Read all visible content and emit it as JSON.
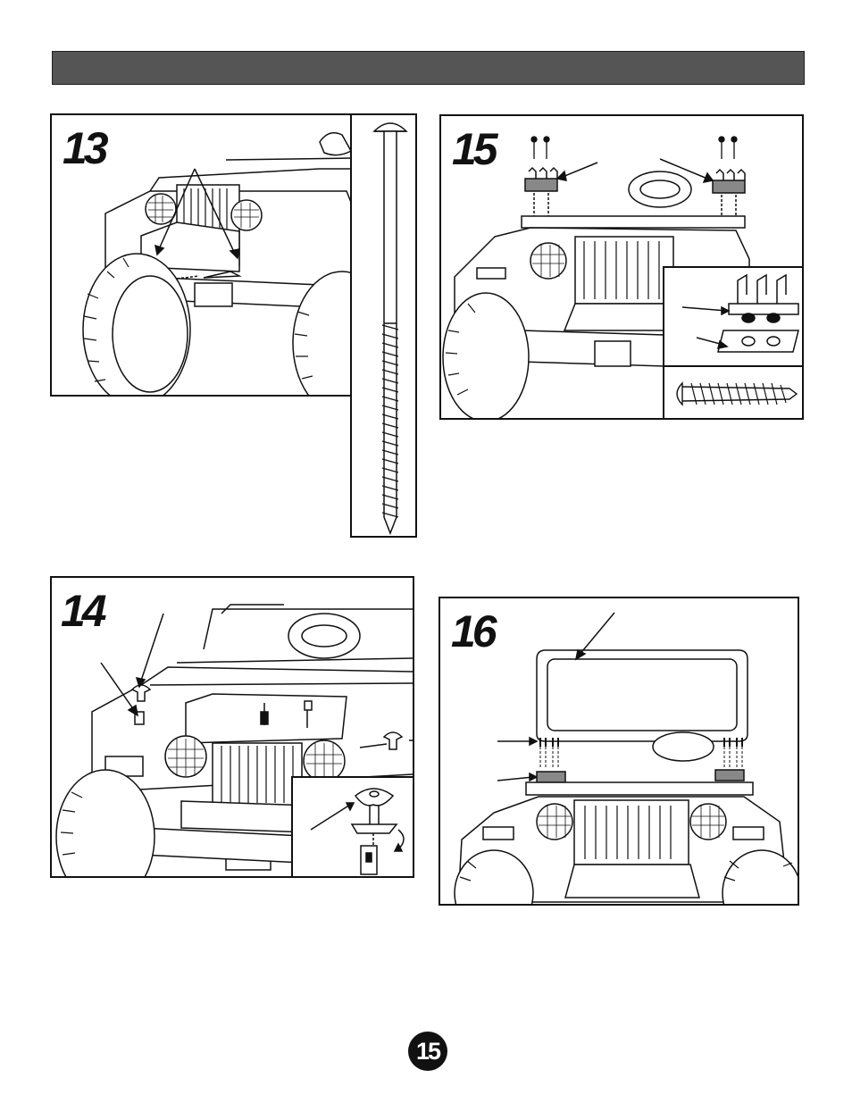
{
  "steps": [
    {
      "number": "13"
    },
    {
      "number": "14"
    },
    {
      "number": "15"
    },
    {
      "number": "16"
    }
  ],
  "page": {
    "number": "15"
  }
}
